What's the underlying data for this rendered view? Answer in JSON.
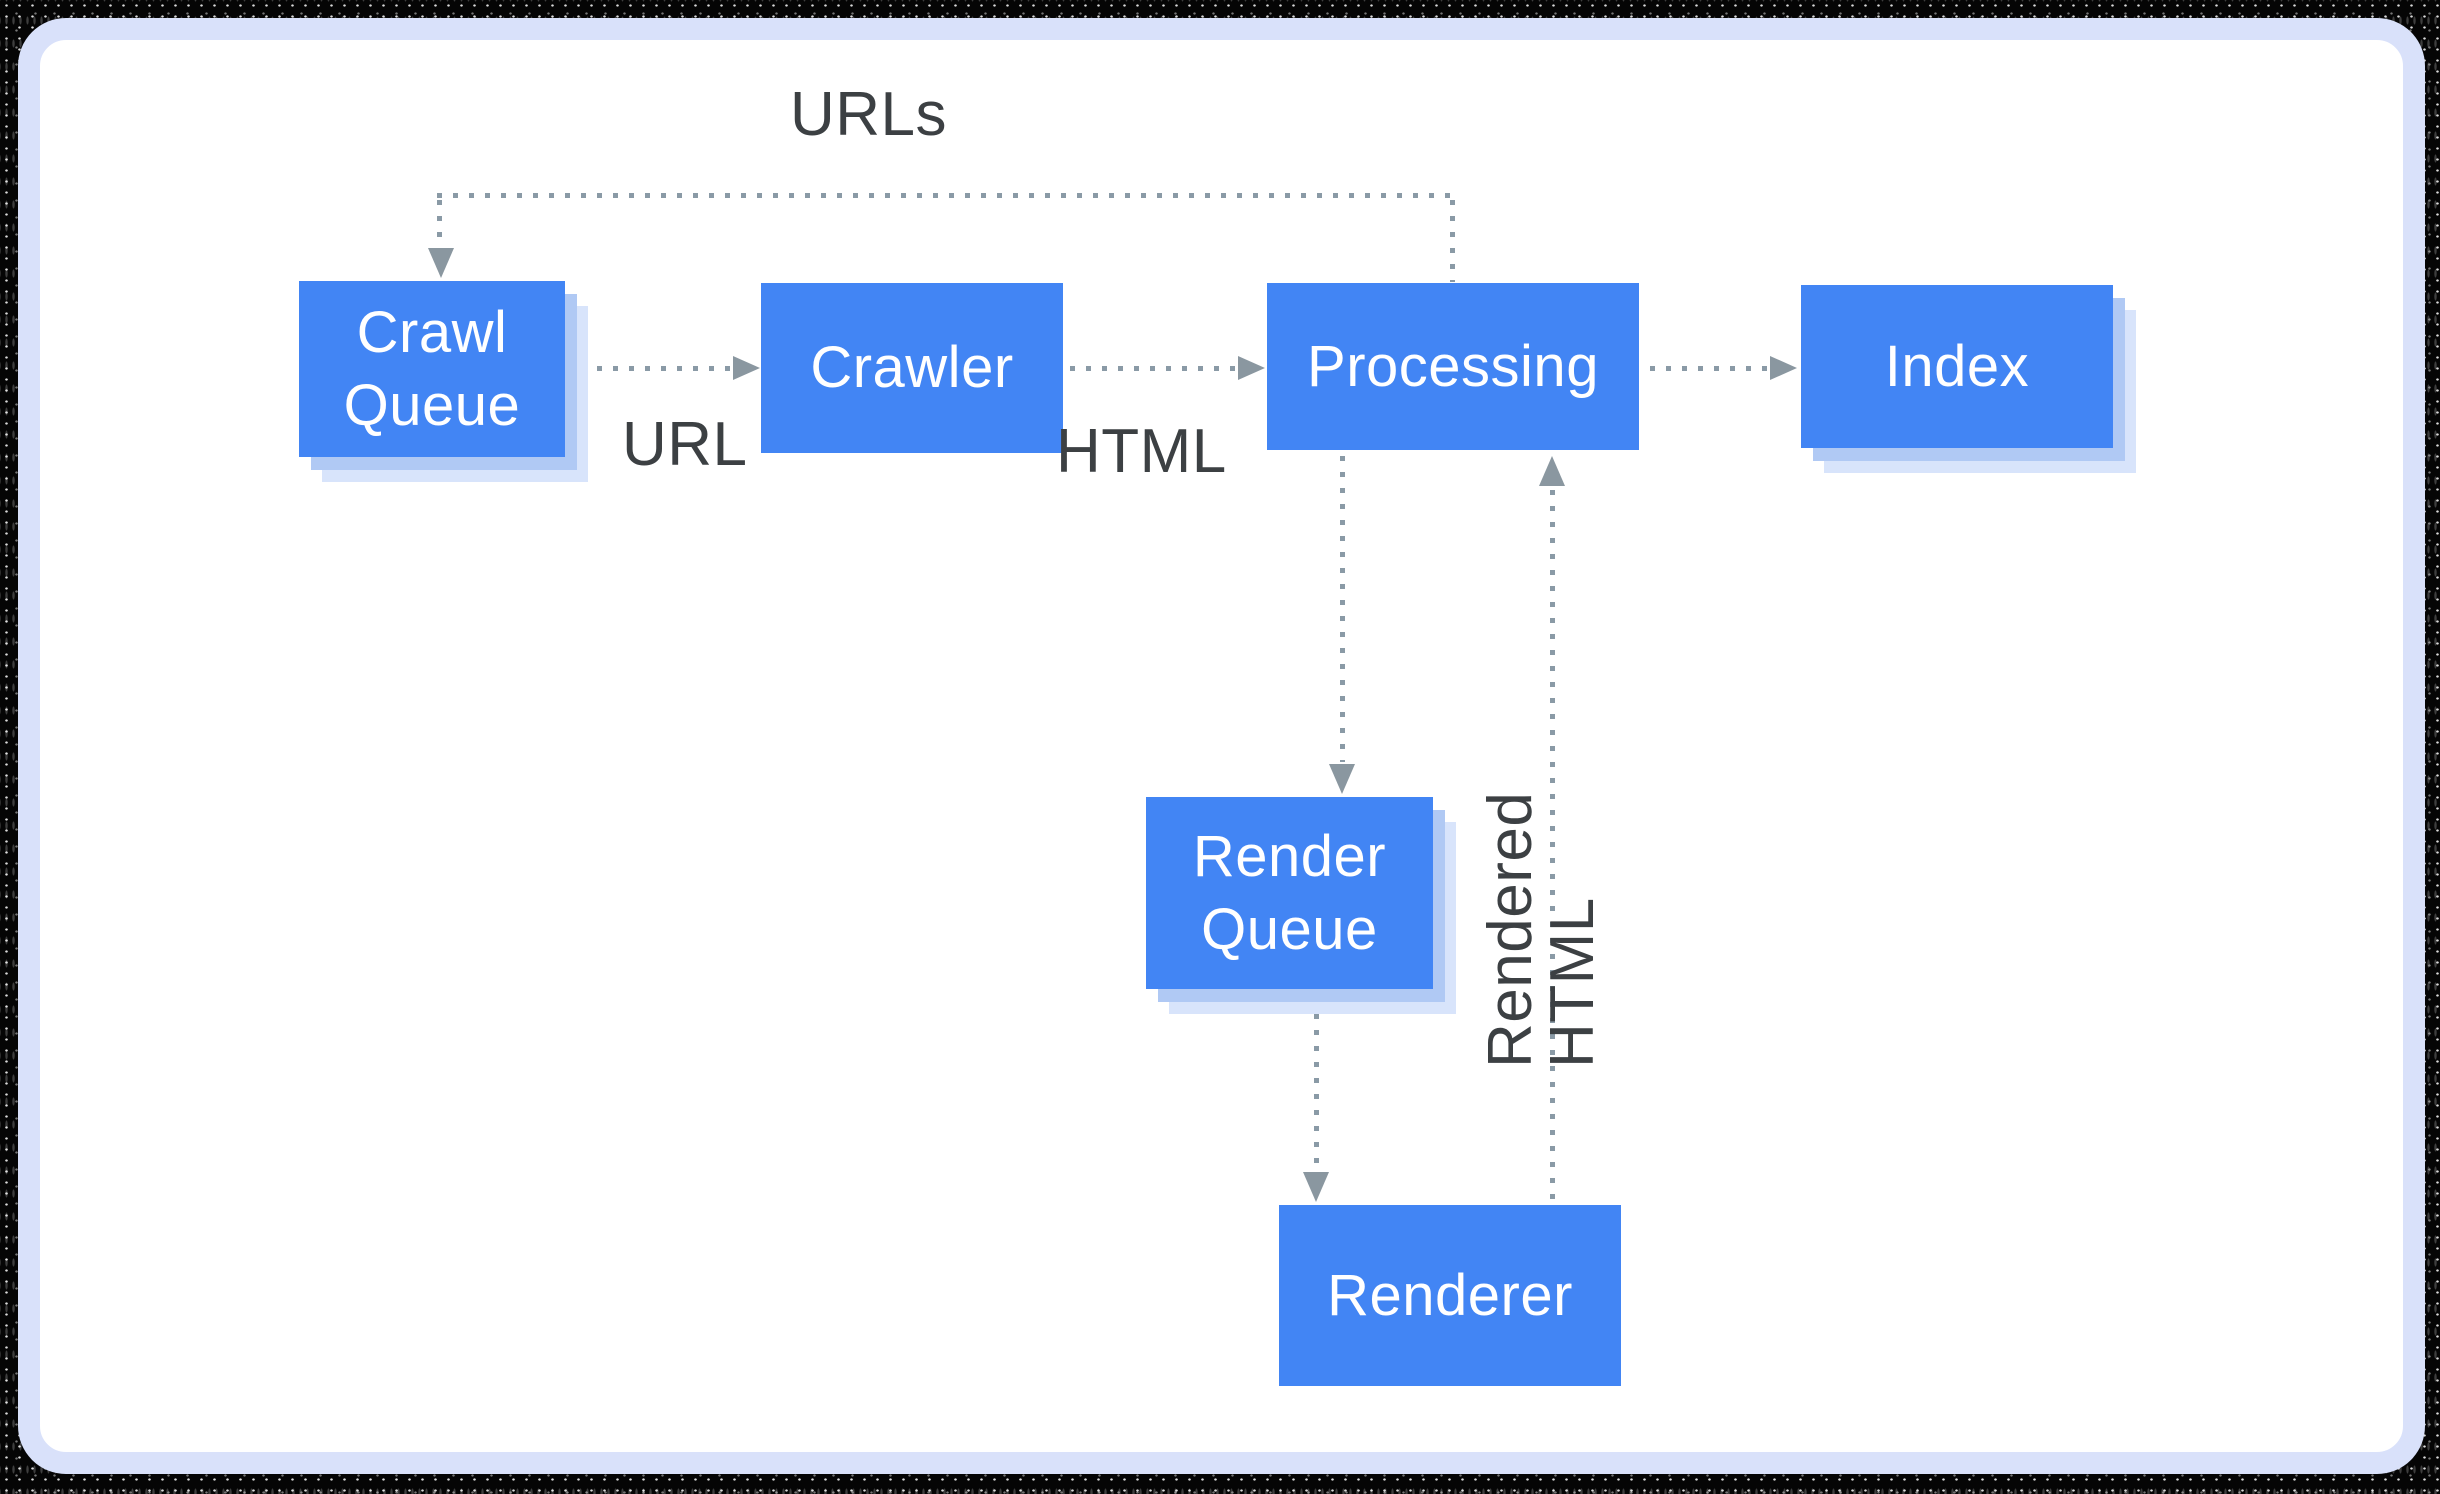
{
  "diagram": {
    "description": "Google Search crawling and rendering pipeline flowchart",
    "nodes": [
      {
        "id": "crawl-queue",
        "label": "Crawl\nQueue"
      },
      {
        "id": "crawler",
        "label": "Crawler"
      },
      {
        "id": "processing",
        "label": "Processing"
      },
      {
        "id": "index",
        "label": "Index"
      },
      {
        "id": "render-queue",
        "label": "Render\nQueue"
      },
      {
        "id": "renderer",
        "label": "Renderer"
      }
    ],
    "edge_labels": {
      "urls": "URLs",
      "url": "URL",
      "html": "HTML",
      "rendered_html": "Rendered HTML"
    },
    "edges": [
      "crawl-queue -> crawler (URL)",
      "crawler -> processing (HTML)",
      "processing -> index",
      "processing -> crawl-queue (URLs feedback loop)",
      "processing -> render-queue",
      "render-queue -> renderer",
      "renderer -> processing (Rendered HTML)"
    ],
    "colors": {
      "node_fill": "#4285f4",
      "node_text": "#ffffff",
      "node_shadow_inner": "#b0c9f4",
      "node_shadow_outer": "#d8e4fb",
      "connector_dots": "#8a9aa6",
      "arrowhead": "#8a97a0",
      "label_text": "#3c4043",
      "card_background": "#ffffff",
      "card_border": "#d9e1fa",
      "outside_background": "#050505"
    }
  }
}
